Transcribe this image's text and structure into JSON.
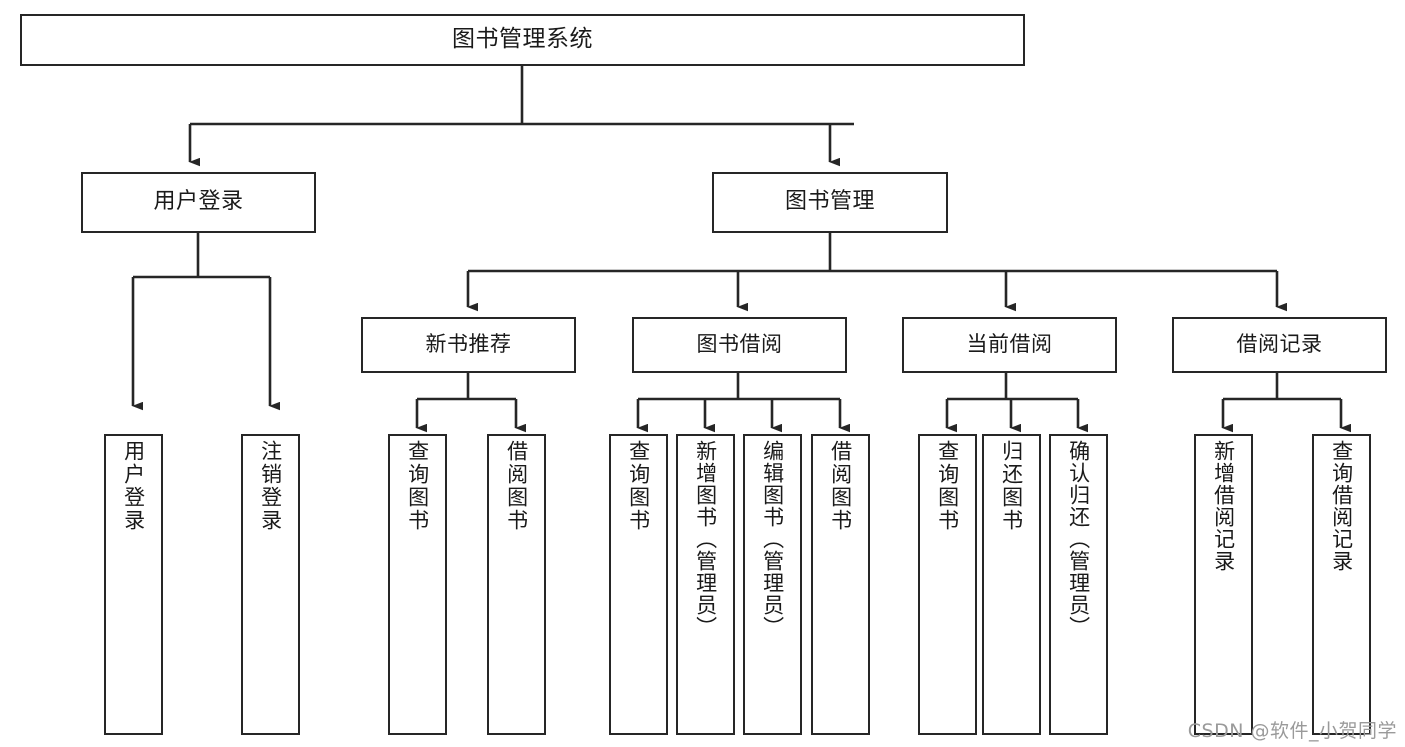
{
  "diagram": {
    "type": "tree-hierarchy-chart",
    "title": "图书管理系统",
    "watermark": "CSDN @软件_小贺同学",
    "colors": {
      "stroke": "#262626",
      "fill": "#ffffff",
      "text": "#1a1a1a",
      "watermark": "#9a9a9a"
    },
    "root": {
      "label": "图书管理系统"
    },
    "level2": [
      {
        "label": "用户登录"
      },
      {
        "label": "图书管理"
      }
    ],
    "level3": [
      {
        "label": "新书推荐"
      },
      {
        "label": "图书借阅"
      },
      {
        "label": "当前借阅"
      },
      {
        "label": "借阅记录"
      }
    ],
    "leaves": {
      "user_login": [
        {
          "label": "用户登录"
        },
        {
          "label": "注销登录"
        }
      ],
      "new_book_recommend": [
        {
          "label": "查询图书"
        },
        {
          "label": "借阅图书"
        }
      ],
      "book_borrow": [
        {
          "label": "查询图书"
        },
        {
          "label": "新增图书（管理员）"
        },
        {
          "label": "编辑图书（管理员）"
        },
        {
          "label": "借阅图书"
        }
      ],
      "current_borrow": [
        {
          "label": "查询图书"
        },
        {
          "label": "归还图书"
        },
        {
          "label": "确认归还（管理员）"
        }
      ],
      "borrow_record": [
        {
          "label": "新增借阅记录"
        },
        {
          "label": "查询借阅记录"
        }
      ]
    }
  }
}
